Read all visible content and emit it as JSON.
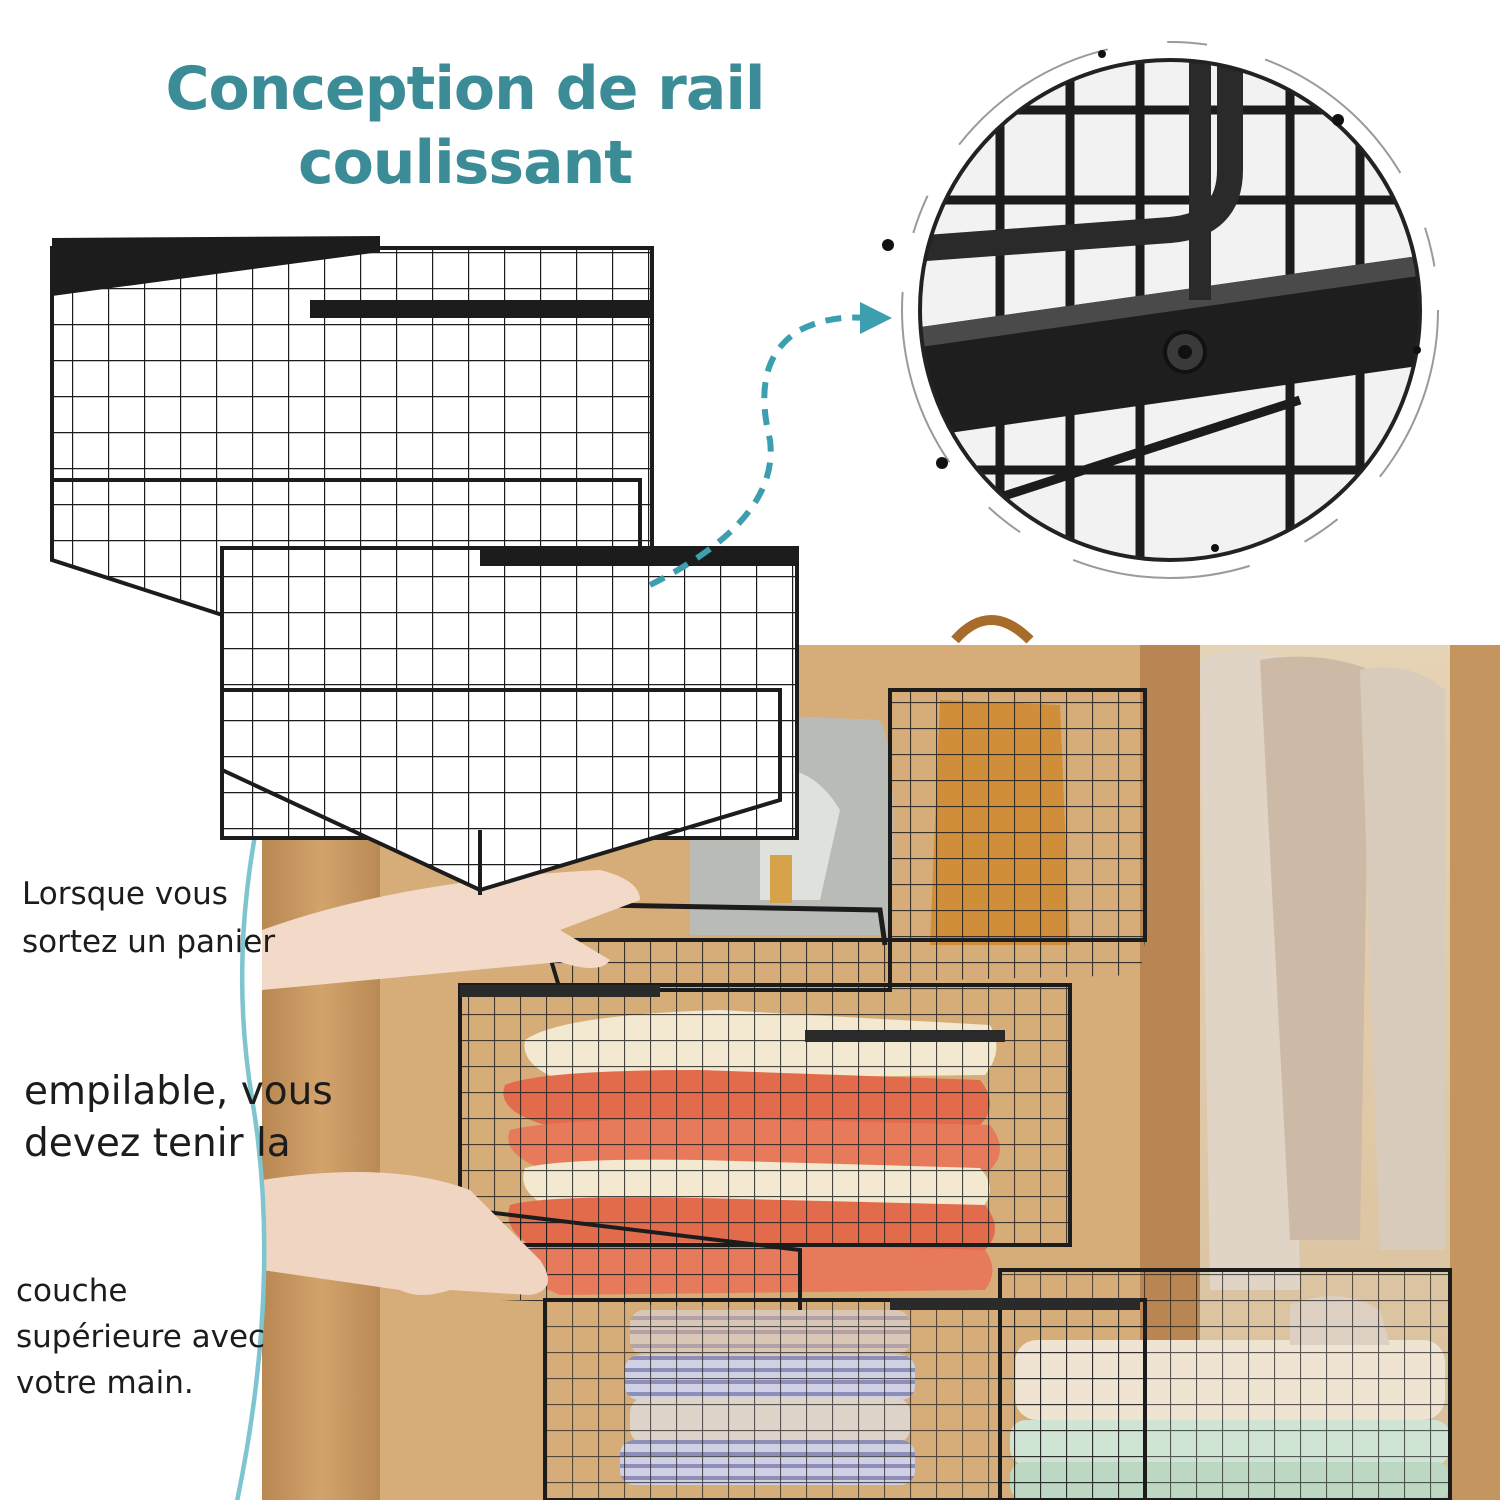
{
  "title": {
    "line1": "Conception de rail",
    "line2": "coulissant"
  },
  "captions": {
    "first": [
      "Lorsque vous",
      "sortez un panier"
    ],
    "second": [
      "empilable, vous",
      "devez tenir la"
    ],
    "third": [
      "couche",
      "supérieure avec",
      "votre main."
    ]
  },
  "colors": {
    "title": "#3b8c96",
    "arrow": "#3b9fb0",
    "wire": "#1c1c1c",
    "wood": "#c89a64"
  },
  "icons": {
    "arrow": "dashed-curved-arrow-icon",
    "zoom": "magnifier-circle"
  }
}
